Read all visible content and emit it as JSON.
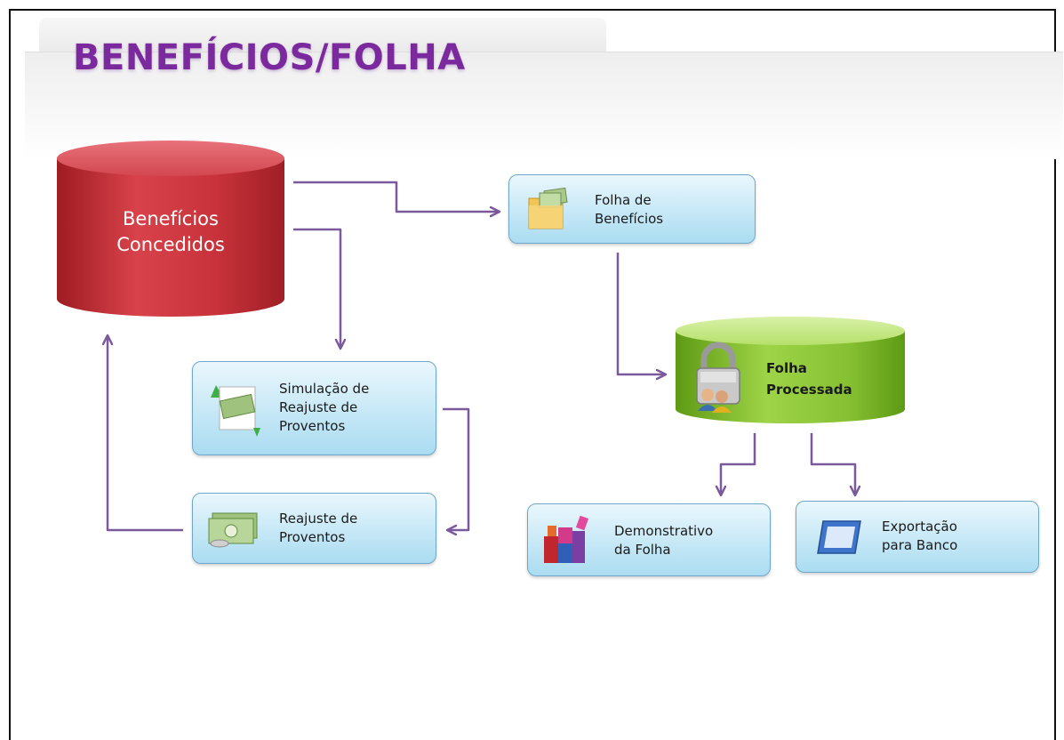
{
  "title": "BENEFÍCIOS/FOLHA",
  "nodes": {
    "beneficios_concedidos": {
      "line1": "Benefícios",
      "line2": "Concedidos"
    },
    "folha_beneficios": {
      "line1": "Folha de",
      "line2": "Benefícios"
    },
    "folha_processada": {
      "line1": "Folha",
      "line2": "Processada"
    },
    "simulacao": {
      "line1": "Simulação de",
      "line2": "Reajuste de",
      "line3": "Proventos"
    },
    "reajuste": {
      "line1": "Reajuste de",
      "line2": "Proventos"
    },
    "demonstrativo": {
      "line1": "Demonstrativo",
      "line2": "da Folha"
    },
    "exportacao": {
      "line1": "Exportação",
      "line2": "para Banco"
    }
  },
  "colors": {
    "title": "#7b2a9e",
    "arrow": "#7a5a9a",
    "red_cylinder": "#c8323a",
    "green_cylinder": "#8ec63a",
    "box_fill": "#c6e8f6"
  }
}
